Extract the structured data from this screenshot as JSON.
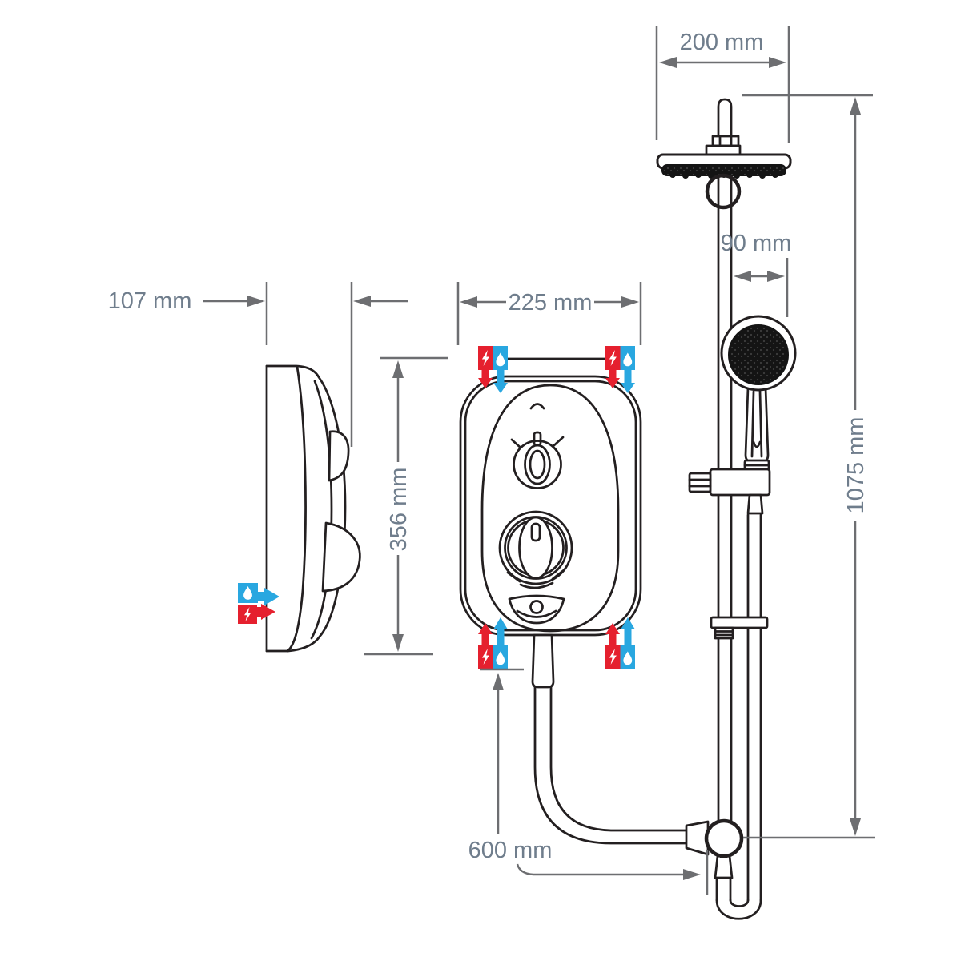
{
  "diagram": {
    "type": "product-dimension-drawing",
    "subject": "Electric shower unit with riser-rail shower kit, three orthographic views",
    "dimensions": {
      "depth": "107 mm",
      "width": "225 mm",
      "height": "356 mm",
      "head_width": "200 mm",
      "handset_offset": "90 mm",
      "rail_height": "1075 mm",
      "hose_run": "600 mm"
    },
    "legend_icons": [
      {
        "name": "electric-supply-icon",
        "symbol": "lightning-bolt",
        "color": "#e5202e"
      },
      {
        "name": "water-supply-icon",
        "symbol": "water-drop",
        "color": "#29a7e0"
      }
    ],
    "colors": {
      "product_line": "#231f20",
      "dimension_line": "#6d6e71",
      "dimension_text": "#6f7d8c",
      "electric_red": "#e5202e",
      "water_blue": "#29a7e0",
      "background": "#ffffff"
    }
  }
}
